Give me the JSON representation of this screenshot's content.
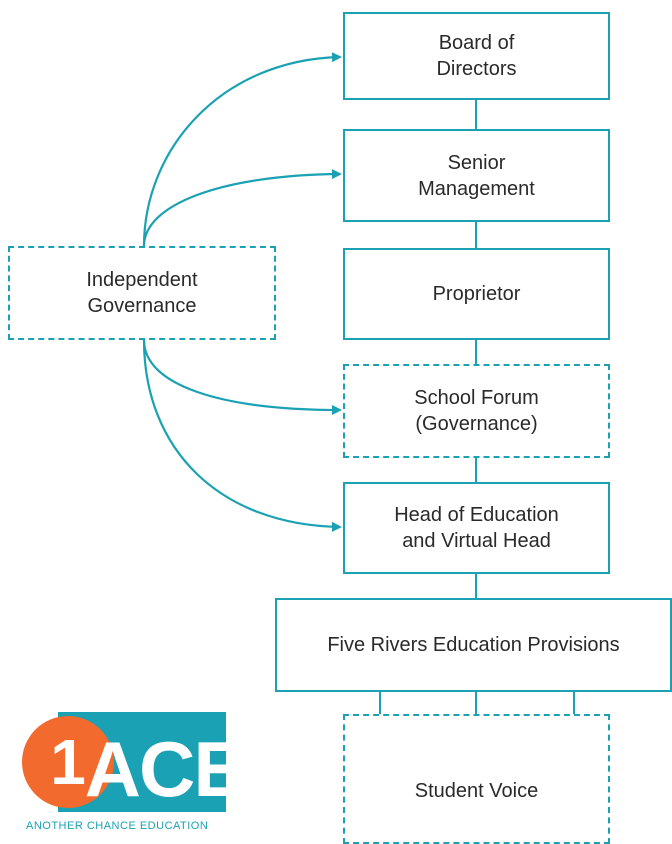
{
  "boxes": {
    "board": {
      "line1": "Board of",
      "line2": "Directors"
    },
    "senior": {
      "line1": "Senior",
      "line2": "Management"
    },
    "proprietor": {
      "line1": "Proprietor"
    },
    "forum": {
      "line1": "School Forum",
      "line2": "(Governance)"
    },
    "head": {
      "line1": "Head of Education",
      "line2": "and Virtual Head"
    },
    "five_rivers": {
      "line1": "Five Rivers Education Provisions"
    },
    "student_voice": {
      "line1": "Student Voice"
    },
    "independent": {
      "line1": "Independent",
      "line2": "Governance"
    }
  },
  "logo": {
    "mark": "1",
    "wordmark": "ACE",
    "tagline": "ANOTHER CHANCE EDUCATION"
  },
  "colors": {
    "accent": "#1aa1b3",
    "logo_orange": "#f26a2d",
    "text": "#2a2a2a"
  }
}
